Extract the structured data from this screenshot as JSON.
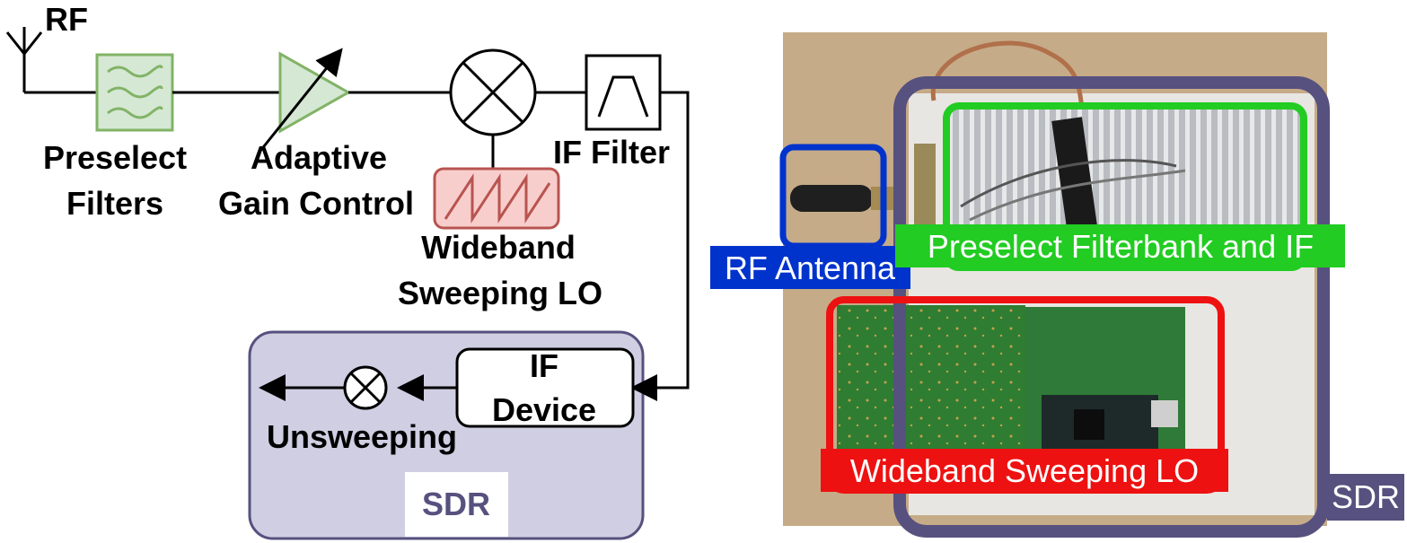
{
  "block_diagram": {
    "antenna_label": "RF",
    "preselect_label_line1": "Preselect",
    "preselect_label_line2": "Filters",
    "agc_label_line1": "Adaptive",
    "agc_label_line2": "Gain Control",
    "if_filter_label": "IF Filter",
    "lo_label_line1": "Wideband",
    "lo_label_line2": "Sweeping LO",
    "if_device_label_line1": "IF",
    "if_device_label_line2": "Device",
    "unsweeping_label": "Unsweeping",
    "sdr_label": "SDR",
    "colors": {
      "filter_green": "#82b366",
      "filter_fill": "#d5e8d4",
      "lo_red": "#b85450",
      "lo_fill": "#f8cecc",
      "sdr_border": "#56517e",
      "sdr_fill": "#d0cee2"
    }
  },
  "photo": {
    "rf_antenna_label": "RF Antenna",
    "preselect_label": "Preselect Filterbank and IF",
    "lo_label": "Wideband Sweeping LO",
    "sdr_label": "SDR",
    "colors": {
      "antenna_blue": "#0033cc",
      "preselect_green": "#22cc22",
      "lo_red": "#ee1111",
      "sdr_purple": "#56517e"
    }
  }
}
